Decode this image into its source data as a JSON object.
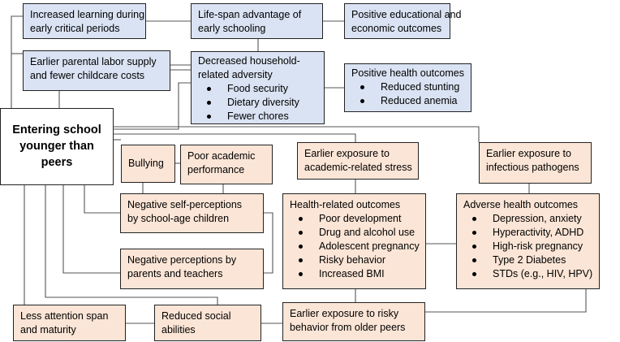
{
  "nodes": {
    "increased_learning": {
      "lines": [
        "Increased learning during",
        "early critical periods"
      ]
    },
    "life_span": {
      "lines": [
        "Life-span advantage of",
        "early schooling"
      ]
    },
    "positive_edu": {
      "lines": [
        "Positive educational and",
        "economic outcomes"
      ]
    },
    "parental_labor": {
      "lines": [
        "Earlier parental labor supply",
        "and fewer childcare costs"
      ]
    },
    "household": {
      "lines": [
        "Decreased household-",
        "related adversity"
      ],
      "bullets": [
        "Food security",
        "Dietary diversity",
        "Fewer chores"
      ]
    },
    "positive_health": {
      "lines": [
        "Positive health outcomes"
      ],
      "bullets": [
        "Reduced stunting",
        "Reduced anemia"
      ]
    },
    "main": {
      "lines": [
        "Entering school",
        "younger than",
        "peers"
      ]
    },
    "bullying": {
      "lines": [
        "Bullying"
      ]
    },
    "poor_academic": {
      "lines": [
        "Poor academic",
        "performance"
      ]
    },
    "academic_stress": {
      "lines": [
        "Earlier exposure to",
        "academic-related stress"
      ]
    },
    "infectious": {
      "lines": [
        "Earlier exposure to",
        "infectious pathogens"
      ]
    },
    "neg_self": {
      "lines": [
        "Negative self-perceptions",
        "by school-age children"
      ]
    },
    "health_related": {
      "lines": [
        "Health-related outcomes"
      ],
      "bullets": [
        "Poor development",
        "Drug and alcohol use",
        "Adolescent pregnancy",
        "Risky behavior",
        "Increased BMI"
      ]
    },
    "adverse_health": {
      "lines": [
        "Adverse health outcomes"
      ],
      "bullets": [
        "Depression, anxiety",
        "Hyperactivity, ADHD",
        "High-risk pregnancy",
        "Type 2 Diabetes",
        "STDs (e.g., HIV, HPV)"
      ]
    },
    "neg_perceptions": {
      "lines": [
        "Negative perceptions by",
        "parents and teachers"
      ]
    },
    "less_attention": {
      "lines": [
        "Less attention span",
        "and maturity"
      ]
    },
    "reduced_social": {
      "lines": [
        "Reduced social",
        "abilities"
      ]
    },
    "risky_peers": {
      "lines": [
        "Earlier exposure to risky",
        "behavior from older peers"
      ]
    }
  },
  "colors": {
    "positive_fill": "#dae3f3",
    "negative_fill": "#fbe5d6",
    "border": "#222222",
    "connector": "#555555"
  }
}
